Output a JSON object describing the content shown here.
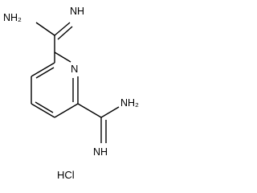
{
  "molecule": {
    "labels": {
      "top_amidine_nh2": "NH₂",
      "top_amidine_imine": "NH",
      "ring_nitrogen": "N",
      "bottom_amidine_nh2": "NH₂",
      "bottom_amidine_imine": "NH"
    },
    "salt": "HCl"
  }
}
